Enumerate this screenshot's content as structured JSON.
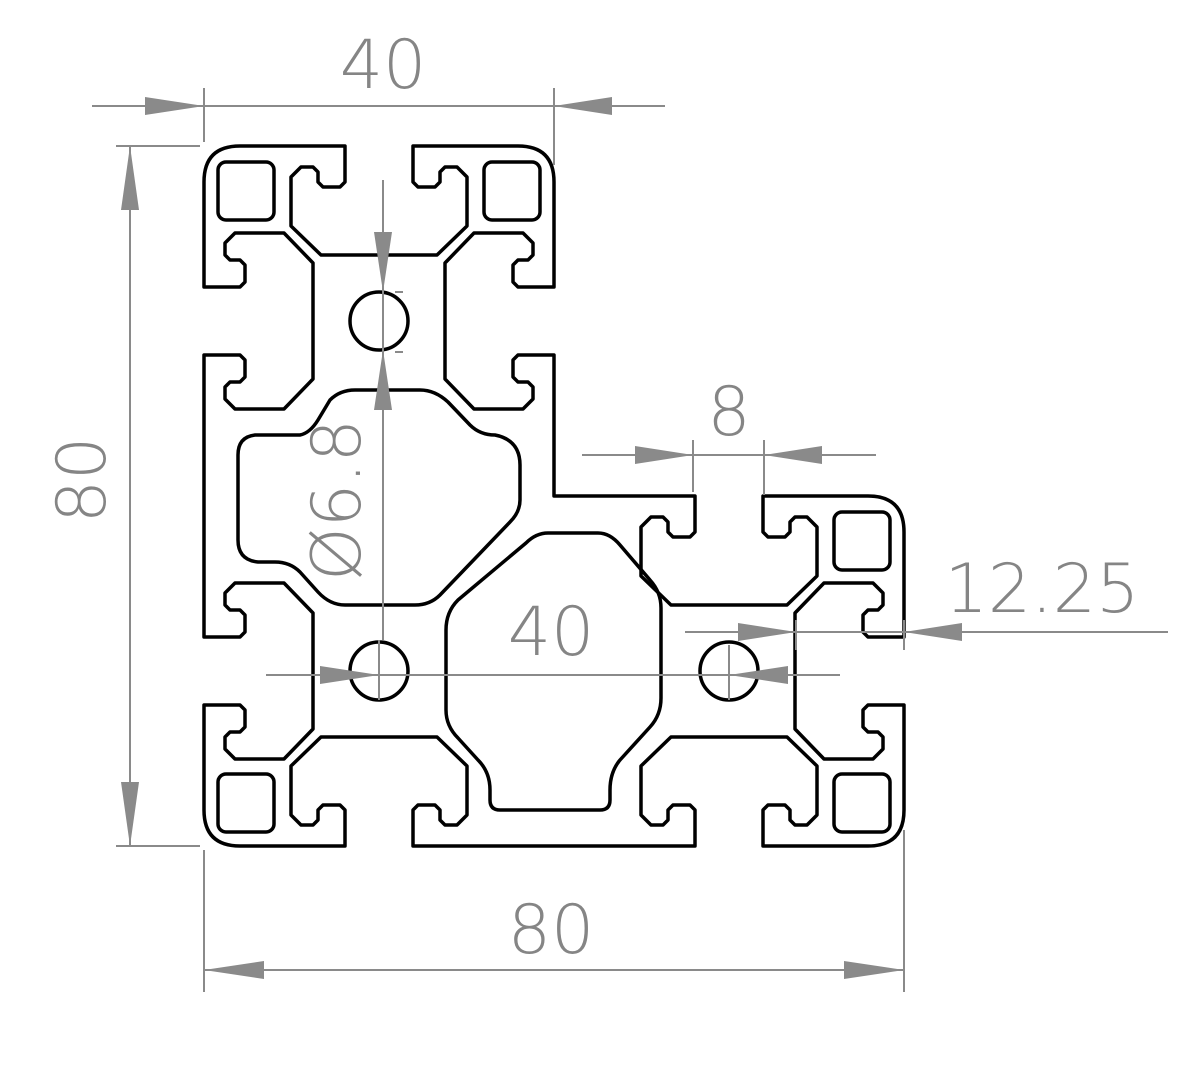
{
  "drawing": {
    "title": "40x80 L-shaped aluminium T-slot profile cross-section",
    "line_color": "#000000",
    "dimension_color": "#858585"
  },
  "dimensions": {
    "top_width": "40",
    "overall_height": "80",
    "overall_width": "80",
    "slot_opening": "8",
    "slot_offset": "12.25",
    "hole_spacing": "40",
    "hole_diameter": "Ø6.8"
  }
}
